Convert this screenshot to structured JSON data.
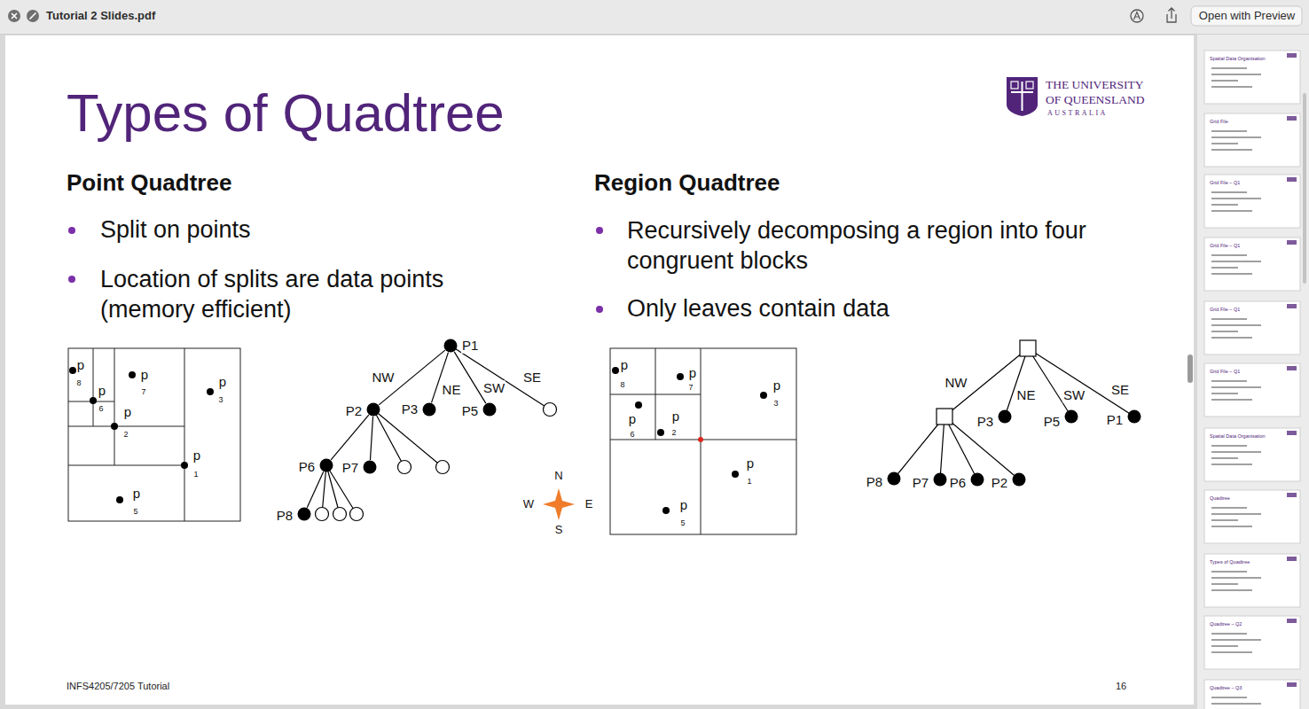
{
  "diagram": {
    "title": "Types of Quadtree",
    "nodes": [
      {
        "text": [
          "P1"
        ]
      },
      {
        "text": [
          "P2"
        ]
      },
      {
        "text": [
          "P3"
        ]
      },
      {
        "text": [
          "P5"
        ]
      },
      {
        "text": [
          "P6"
        ]
      },
      {
        "text": [
          "P7"
        ]
      },
      {
        "text": [
          "P8"
        ]
      },
      {
        "text": [
          "P3"
        ]
      },
      {
        "text": [
          "P5"
        ]
      },
      {
        "text": [
          "P1"
        ]
      },
      {
        "text": [
          "P8"
        ]
      },
      {
        "text": [
          "P7"
        ]
      },
      {
        "text": [
          "P6"
        ]
      },
      {
        "text": [
          "P2"
        ]
      }
    ],
    "edges": [
      {
        "from": 0,
        "to": 1,
        "label": "NW",
        "arrow": "none"
      },
      {
        "from": 0,
        "to": 2,
        "label": "NE",
        "arrow": "none"
      },
      {
        "from": 0,
        "to": 3,
        "label": "SW",
        "arrow": "none"
      },
      {
        "from": 1,
        "to": 4,
        "arrow": "none"
      },
      {
        "from": 1,
        "to": 5,
        "arrow": "none"
      },
      {
        "from": 4,
        "to": 6,
        "arrow": "none"
      }
    ],
    "labels": [
      "Tutorial 2 Slides.pdf",
      "Open with Preview",
      "Spatial Data Organisation",
      "Grid File",
      "Grid File – Q1",
      "Grid File – Q1",
      "Grid File – Q1",
      "Grid File – Q1",
      "Spatial Data Organisation",
      "Quadtree",
      "Types of Quadtree",
      "Quadtree – Q2",
      "Quadtree – Q3",
      "THE UNIVERSITY",
      "OF QUEENSLAND",
      "AUSTRALIA",
      "Point Quadtree",
      "Split on points",
      "Location of splits are data points (memory efficient)",
      "Region Quadtree",
      "Recursively decomposing a region into four congruent blocks",
      "Only leaves contain data",
      "p",
      "8",
      "p",
      "6",
      "p",
      "7",
      "p",
      "2",
      "p",
      "3",
      "p",
      "1",
      "p",
      "5",
      "SE",
      "N",
      "W",
      "E",
      "S",
      "p",
      "8",
      "p",
      "7",
      "p",
      "6",
      "p",
      "2",
      "p",
      "3",
      "p",
      "1",
      "p",
      "5",
      "NW",
      "NE",
      "SW",
      "SE",
      "INFS4205/7205 Tutorial",
      "16"
    ]
  }
}
